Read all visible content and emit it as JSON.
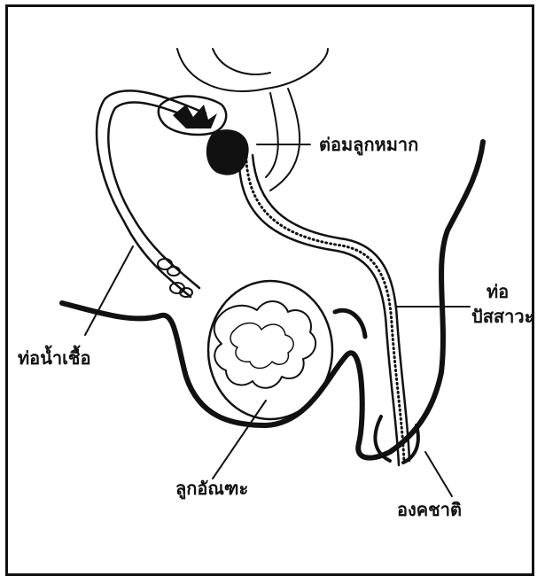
{
  "labels": {
    "prostate": "ต่อมลูกหมาก",
    "urethra_line1": "ท่อ",
    "urethra_line2": "ปัสสาวะ",
    "vas_deferens": "ท่อน้ำเชื้อ",
    "testis": "ลูกอัณฑะ",
    "penis": "องคชาติ"
  },
  "colors": {
    "ink": "#111111",
    "background": "#ffffff"
  }
}
